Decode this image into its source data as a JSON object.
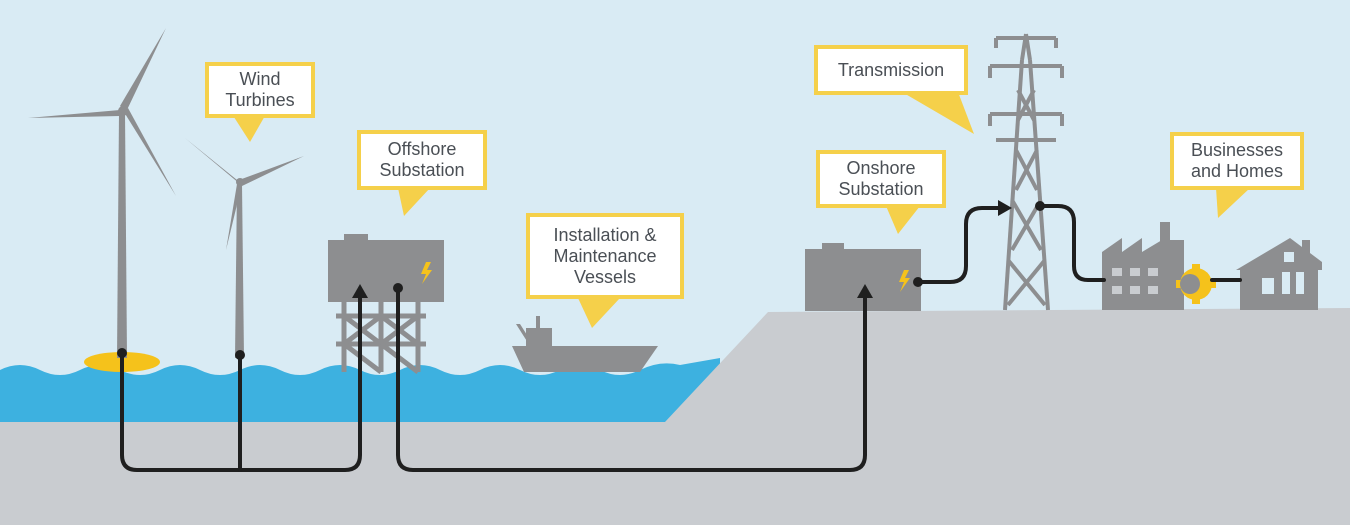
{
  "labels": {
    "wind_turbines": [
      "Wind",
      "Turbines"
    ],
    "offshore_substation": [
      "Offshore",
      "Substation"
    ],
    "vessels": [
      "Installation &",
      "Maintenance",
      "Vessels"
    ],
    "onshore_substation": [
      "Onshore",
      "Substation"
    ],
    "transmission": [
      "Transmission"
    ],
    "businesses_homes": [
      "Businesses",
      "and Homes"
    ]
  },
  "colors": {
    "sky": "#d9ebf4",
    "sea": "#3db1e0",
    "ground": "#c9ccd0",
    "structure": "#8d8e90",
    "accent": "#f5c21b",
    "cable": "#1f1f1f",
    "label_border": "#f5d04a",
    "label_text": "#4a4f55"
  }
}
